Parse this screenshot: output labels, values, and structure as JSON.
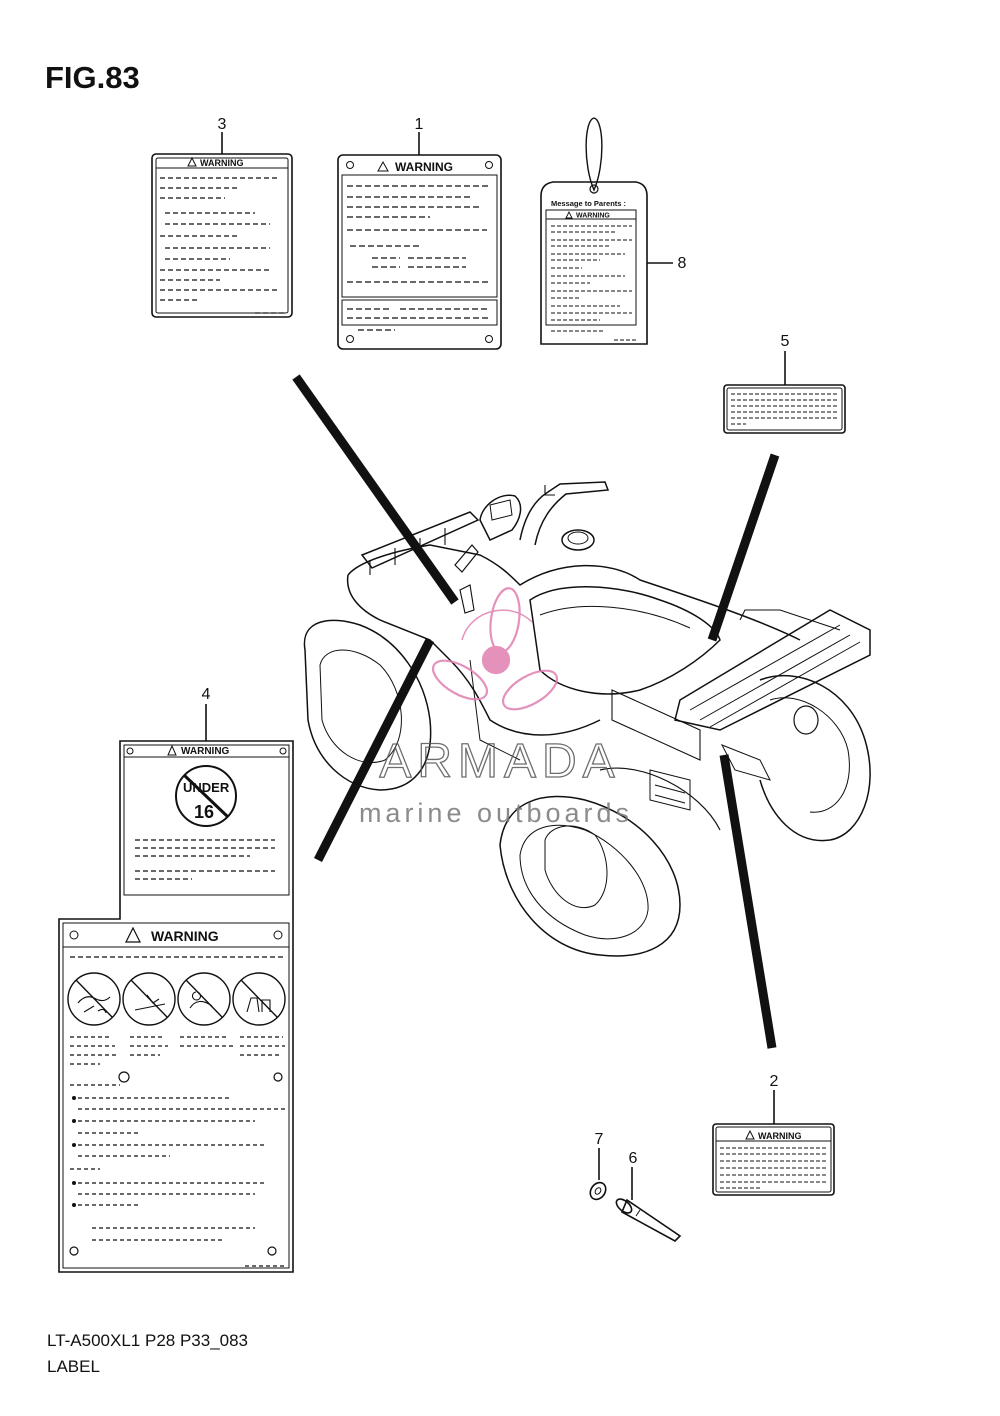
{
  "figure": {
    "title": "FIG.83",
    "code": "LT-A500XL1 P28 P33_083",
    "caption": "LABEL"
  },
  "callouts": [
    "1",
    "2",
    "3",
    "4",
    "5",
    "6",
    "7",
    "8"
  ],
  "labels": {
    "warning_text": "WARNING",
    "parents_text": "Message to Parents :",
    "age_top": "UNDER",
    "age_num": "16"
  },
  "watermark": {
    "brand": "ARMADA",
    "tagline": "marine outboards",
    "color": "#e07fb0"
  }
}
